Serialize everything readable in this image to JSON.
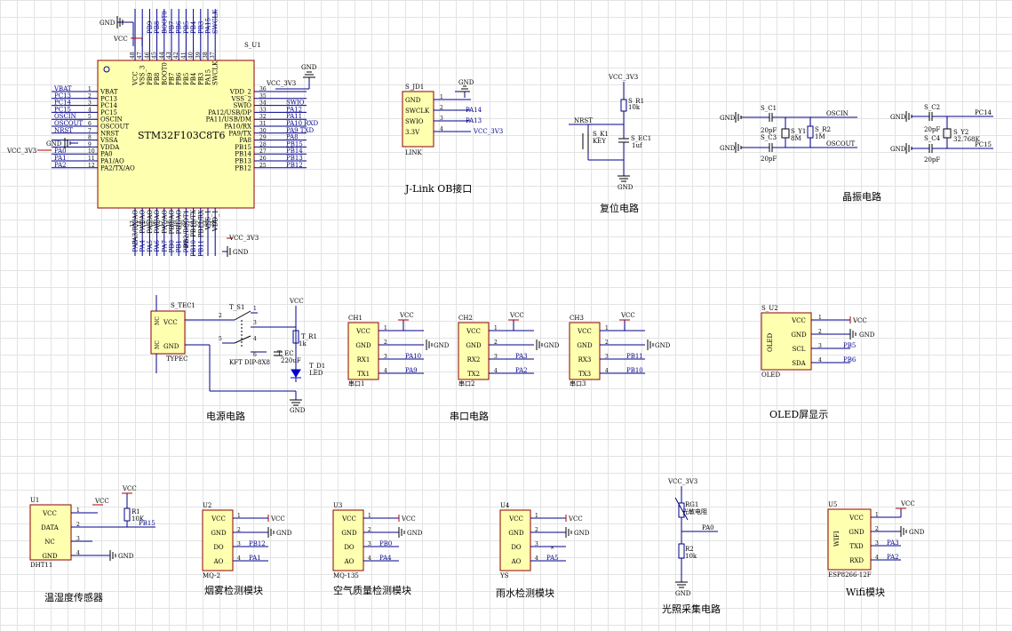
{
  "mcu": {
    "ref": "S_U1",
    "part": "STM32F103C8T6",
    "left_pins": [
      {
        "num": "1",
        "name": "VBAT",
        "net": "VBAT"
      },
      {
        "num": "2",
        "name": "PC13",
        "net": "PC13"
      },
      {
        "num": "3",
        "name": "PC14",
        "net": "PC14"
      },
      {
        "num": "4",
        "name": "PC15",
        "net": "PC15"
      },
      {
        "num": "5",
        "name": "OSCIN",
        "net": "OSCIN"
      },
      {
        "num": "6",
        "name": "OSCOUT",
        "net": "OSCOUT"
      },
      {
        "num": "7",
        "name": "NRST",
        "net": "NRST"
      },
      {
        "num": "8",
        "name": "VSSA",
        "net": "GND"
      },
      {
        "num": "9",
        "name": "VDDA",
        "net": "VCC_3V3"
      },
      {
        "num": "10",
        "name": "PA0",
        "net": "PA0"
      },
      {
        "num": "11",
        "name": "PA1/AO",
        "net": "PA1"
      },
      {
        "num": "12",
        "name": "PA2/TX/AO",
        "net": "PA2"
      }
    ],
    "right_pins": [
      {
        "num": "36",
        "name": "VDD_2",
        "net": "VCC_3V3"
      },
      {
        "num": "35",
        "name": "VSS_2",
        "net": ""
      },
      {
        "num": "34",
        "name": "SWIO",
        "net": "SWIO"
      },
      {
        "num": "33",
        "name": "PA12/USB/DP",
        "net": "PA12"
      },
      {
        "num": "32",
        "name": "PA11/USB/DM",
        "net": "PA11"
      },
      {
        "num": "31",
        "name": "PA10/RX",
        "net": "PA10 RXD"
      },
      {
        "num": "30",
        "name": "PA9/TX",
        "net": "PA9 TXD"
      },
      {
        "num": "29",
        "name": "PA8",
        "net": "PA8"
      },
      {
        "num": "28",
        "name": "PB15",
        "net": "PB15"
      },
      {
        "num": "27",
        "name": "PB14",
        "net": "PB14"
      },
      {
        "num": "26",
        "name": "PB13",
        "net": "PB13"
      },
      {
        "num": "25",
        "name": "PB12",
        "net": "PB12"
      }
    ],
    "top_pins": [
      {
        "num": "48",
        "name": "VCC",
        "net": "VCC"
      },
      {
        "num": "47",
        "name": "VSS_3",
        "net": "GND"
      },
      {
        "num": "46",
        "name": "PB9",
        "net": "PB9"
      },
      {
        "num": "45",
        "name": "PB8",
        "net": "PB8"
      },
      {
        "num": "44",
        "name": "BOOT0",
        "net": "BOOT0"
      },
      {
        "num": "43",
        "name": "PB7",
        "net": "PB7"
      },
      {
        "num": "42",
        "name": "PB6",
        "net": "PB6"
      },
      {
        "num": "41",
        "name": "PB5",
        "net": "PB5"
      },
      {
        "num": "40",
        "name": "PB4",
        "net": "PB4"
      },
      {
        "num": "39",
        "name": "PB3",
        "net": "PB3"
      },
      {
        "num": "38",
        "name": "PA15",
        "net": "PA15"
      },
      {
        "num": "37",
        "name": "SWCLK",
        "net": "SWCLK"
      }
    ],
    "bottom_pins": [
      {
        "num": "13",
        "name": "PA3/RX/AO",
        "net": "PA3"
      },
      {
        "num": "14",
        "name": "PA4/AO",
        "net": "PA4"
      },
      {
        "num": "15",
        "name": "PA5/AO",
        "net": "PA5"
      },
      {
        "num": "16",
        "name": "PA6/AO",
        "net": "PA6"
      },
      {
        "num": "17",
        "name": "PA7/AO",
        "net": "PA7"
      },
      {
        "num": "18",
        "name": "PB0/AO",
        "net": "PB0"
      },
      {
        "num": "19",
        "name": "PB1/AO",
        "net": "PB1"
      },
      {
        "num": "20",
        "name": "PB2/BOOT1",
        "net": "PB2"
      },
      {
        "num": "21",
        "name": "PB10/TX",
        "net": "PB10"
      },
      {
        "num": "22",
        "name": "PB11/RX",
        "net": "PB11"
      },
      {
        "num": "23",
        "name": "VSS_1",
        "net": "GND"
      },
      {
        "num": "24",
        "name": "VDD_1",
        "net": "VCC_3V3"
      }
    ],
    "top_power": {
      "gnd": "GND",
      "vcc": "VCC"
    },
    "right_power": {
      "vcc": "VCC_3V3",
      "gnd": "GND"
    },
    "bottom_power": {
      "vcc": "VCC_3V3",
      "gnd": "GND"
    },
    "left_power": {
      "gnd": "GND",
      "vcc": "VCC_3V3"
    }
  },
  "jlink": {
    "ref": "S_JD1",
    "part": "LINK",
    "pins": [
      {
        "num": "1",
        "name": "GND",
        "net": ""
      },
      {
        "num": "2",
        "name": "SWCLK",
        "net": "PA14"
      },
      {
        "num": "3",
        "name": "SWIO",
        "net": "PA13"
      },
      {
        "num": "4",
        "name": "3.3V",
        "net": "VCC_3V3"
      }
    ],
    "gnd": "GND",
    "caption": "J-Link OB接口"
  },
  "reset": {
    "vcc": "VCC_3V3",
    "r_ref": "S_R1",
    "r_val": "10k",
    "net": "NRST",
    "k_ref": "S_K1",
    "k_val": "KEY",
    "c_ref": "S_EC1",
    "c_val": "1uf",
    "gnd": "GND",
    "caption": "复位电路"
  },
  "crystal": {
    "c1": {
      "ref": "S_C1",
      "val": "20pF"
    },
    "c3": {
      "ref": "S_C3",
      "val": "20pF"
    },
    "y1": {
      "ref": "S_Y1",
      "val": "8M"
    },
    "r2": {
      "ref": "S_R2",
      "val": "1M"
    },
    "c2": {
      "ref": "S_C2",
      "val": "20pF"
    },
    "c4": {
      "ref": "S_C4",
      "val": "20pF"
    },
    "y2": {
      "ref": "S_Y2",
      "val": "32.768K"
    },
    "nets": {
      "oscin": "OSCIN",
      "oscout": "OSCOUT",
      "pc14": "PC14",
      "pc15": "PC15"
    },
    "gnd": "GND",
    "caption": "晶振电路"
  },
  "power": {
    "tec_ref": "S_TEC1",
    "tec_part": "TYPEC",
    "tec_nc": "NC",
    "tec_vcc": "VCC",
    "tec_gnd": "GND",
    "sw_ref": "T_S1",
    "sw_part": "KFT DIP-8X8",
    "vcc": "VCC",
    "r_ref": "T_R1",
    "r_val": "1k",
    "c_ref": "T_EC",
    "c_val": "220uF",
    "d_ref": "T_D1",
    "d_val": "LED",
    "gnd": "GND",
    "caption": "电源电路"
  },
  "uart": {
    "caption": "串口电路",
    "channels": [
      {
        "ref": "CH1",
        "part": "串口1",
        "pins": [
          "VCC",
          "GND",
          "RX1",
          "TX1"
        ],
        "nets": [
          "VCC",
          "GND",
          "PA10",
          "PA9"
        ]
      },
      {
        "ref": "CH2",
        "part": "串口2",
        "pins": [
          "VCC",
          "GND",
          "RX2",
          "TX2"
        ],
        "nets": [
          "VCC",
          "GND",
          "PA3",
          "PA2"
        ]
      },
      {
        "ref": "CH3",
        "part": "串口3",
        "pins": [
          "VCC",
          "GND",
          "RX3",
          "TX3"
        ],
        "nets": [
          "VCC",
          "GND",
          "PB11",
          "PB10"
        ]
      }
    ]
  },
  "oled": {
    "ref": "S_U2",
    "part": "OLED",
    "body_label": "OLED",
    "pins": [
      "VCC",
      "GND",
      "SCL",
      "SDA"
    ],
    "nets": [
      "VCC",
      "GND",
      "PB5",
      "PB6"
    ],
    "caption": "OLED屏显示"
  },
  "dht": {
    "ref": "U1",
    "part": "DHT11",
    "pins": [
      "VCC",
      "DATA",
      "NC",
      "GND"
    ],
    "vcc": "VCC",
    "r_ref": "R1",
    "r_val": "10K",
    "data_net": "PB15",
    "gnd": "GND",
    "caption": "温湿度传感器"
  },
  "modules": [
    {
      "ref": "U2",
      "part": "MQ-2",
      "pins": [
        "VCC",
        "GND",
        "DO",
        "AO"
      ],
      "nets": [
        "VCC",
        "GND",
        "PB12",
        "PA1"
      ],
      "caption": "烟雾检测模块"
    },
    {
      "ref": "U3",
      "part": "MQ-135",
      "pins": [
        "VCC",
        "GND",
        "DO",
        "AO"
      ],
      "nets": [
        "VCC",
        "GND",
        "PB0",
        "PA4"
      ],
      "caption": "空气质量检测模块"
    },
    {
      "ref": "U4",
      "part": "YS",
      "pins": [
        "VCC",
        "GND",
        "DO",
        "AO"
      ],
      "nets": [
        "VCC",
        "GND",
        "",
        "PA5"
      ],
      "caption": "雨水检测模块"
    }
  ],
  "light": {
    "vcc": "VCC_3V3",
    "rg_ref": "RG1",
    "rg_val": "光敏电阻",
    "net": "PA0",
    "r_ref": "R2",
    "r_val": "10k",
    "gnd": "GND",
    "caption": "光照采集电路"
  },
  "wifi": {
    "ref": "U5",
    "part": "ESP8266-12F",
    "body_label": "WIFI",
    "pins": [
      "VCC",
      "GND",
      "TXD",
      "RXD"
    ],
    "nets": [
      "VCC",
      "GND",
      "PA3",
      "PA2"
    ],
    "caption": "Wifi模块"
  }
}
